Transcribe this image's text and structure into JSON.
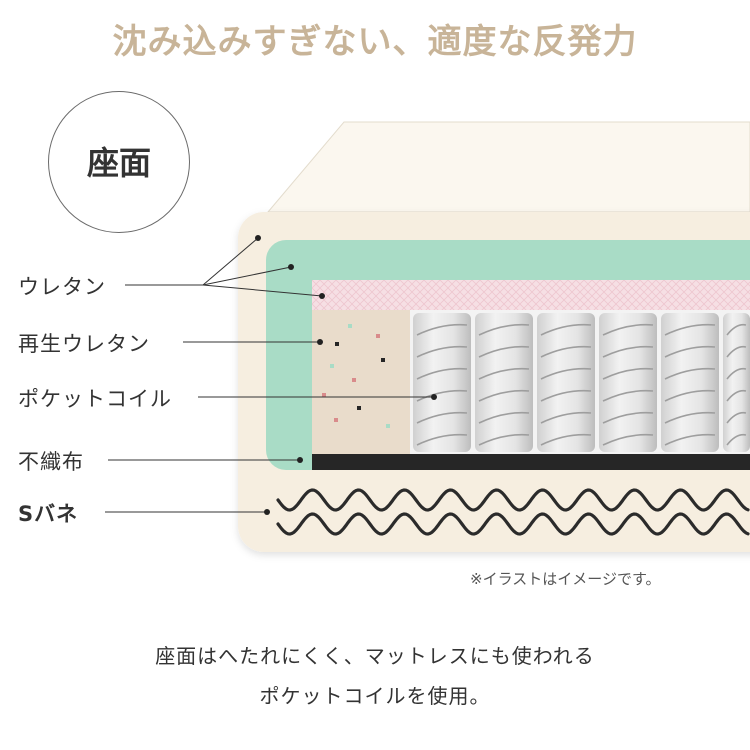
{
  "headline": "沈み込みすぎない、適度な反発力",
  "badge": "座面",
  "labels": {
    "urethane": "ウレタン",
    "recycled_urethane": "再生ウレタン",
    "pocket_coil": "ポケットコイル",
    "nonwoven": "不織布",
    "s_spring": "Sバネ"
  },
  "note": "※イラストはイメージです。",
  "caption": {
    "line1": "座面はへたれにくく、マットレスにも使われる",
    "line2": "ポケットコイルを使用。"
  },
  "colors": {
    "headline": "#c8b498",
    "cushion": "#f6eee0",
    "urethane": "#a9dcc6",
    "fabric": "#f6dfe4",
    "recycled": "#e9dccb",
    "nonwoven": "#262626"
  }
}
